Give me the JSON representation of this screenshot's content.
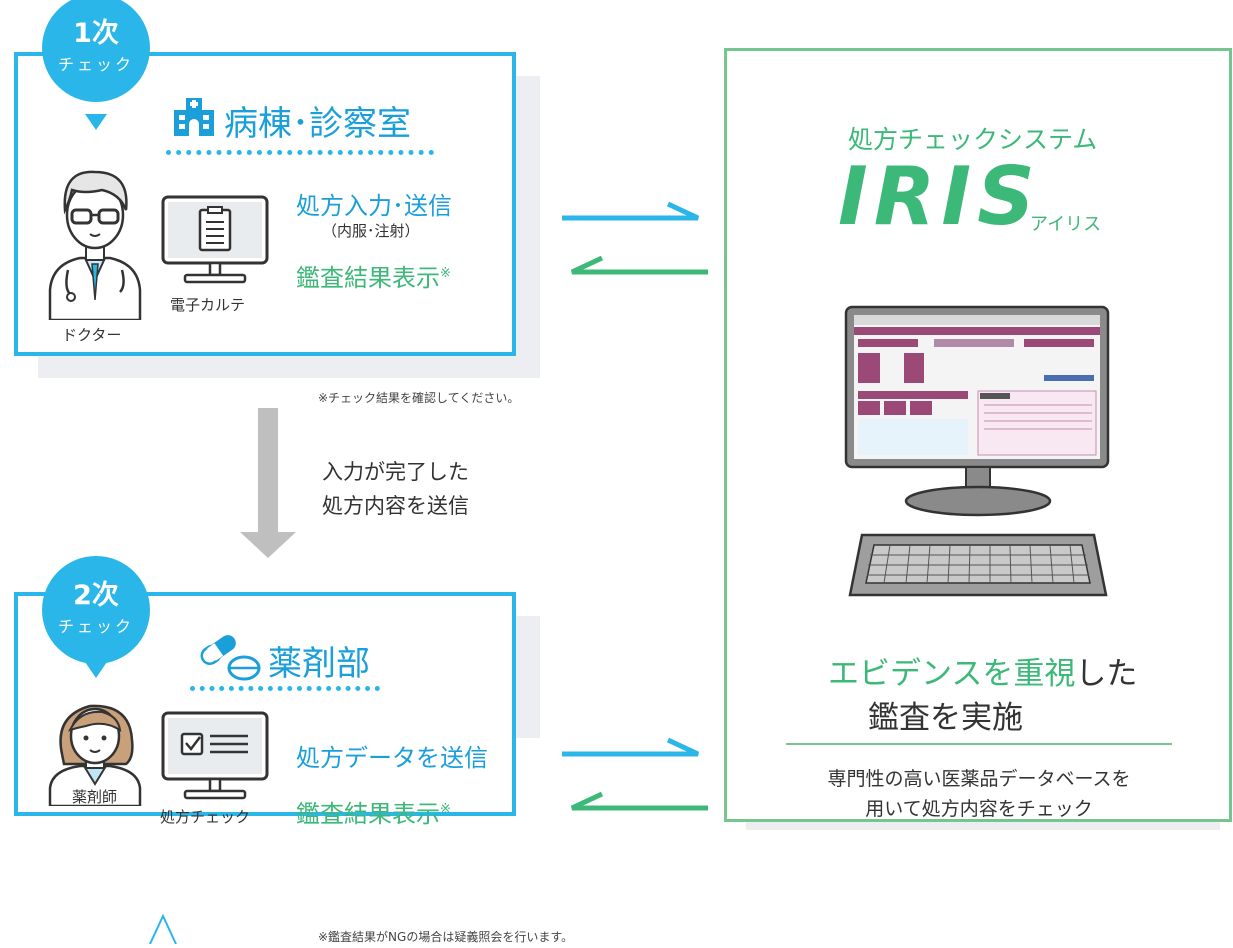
{
  "ward": {
    "badge_num": "1次",
    "badge_label": "チェック",
    "title": "病棟･診察室",
    "action1": "処方入力･送信",
    "action1_sub": "（内服･注射）",
    "action2": "鑑査結果表示",
    "device_label": "電子カルテ",
    "person_label": "ドクター",
    "note": "※チェック結果を確認してください。"
  },
  "transfer": {
    "line1": "入力が完了した",
    "line2": "処方内容を送信"
  },
  "pharmacy": {
    "badge_num": "2次",
    "badge_label": "チェック",
    "title": "薬剤部",
    "action1": "処方データを送信",
    "action2": "鑑査結果表示",
    "device_label": "処方チェック",
    "person_label": "薬剤師",
    "note": "※鑑査結果がNGの場合は疑義照会を行います。"
  },
  "iris": {
    "subtitle": "処方チェックシステム",
    "logo": "IRIS",
    "reading": "アイリス",
    "headline_green": "エビデンスを重視",
    "headline_black": "した",
    "headline2": "鑑査を実施",
    "desc1": "専門性の高い医薬品データベースを",
    "desc2": "用いて処方内容をチェック"
  },
  "footnote_mark": "※",
  "colors": {
    "blue": "#2bb6ea",
    "green": "#3cb878",
    "gray_arrow": "#bfbfbf"
  }
}
